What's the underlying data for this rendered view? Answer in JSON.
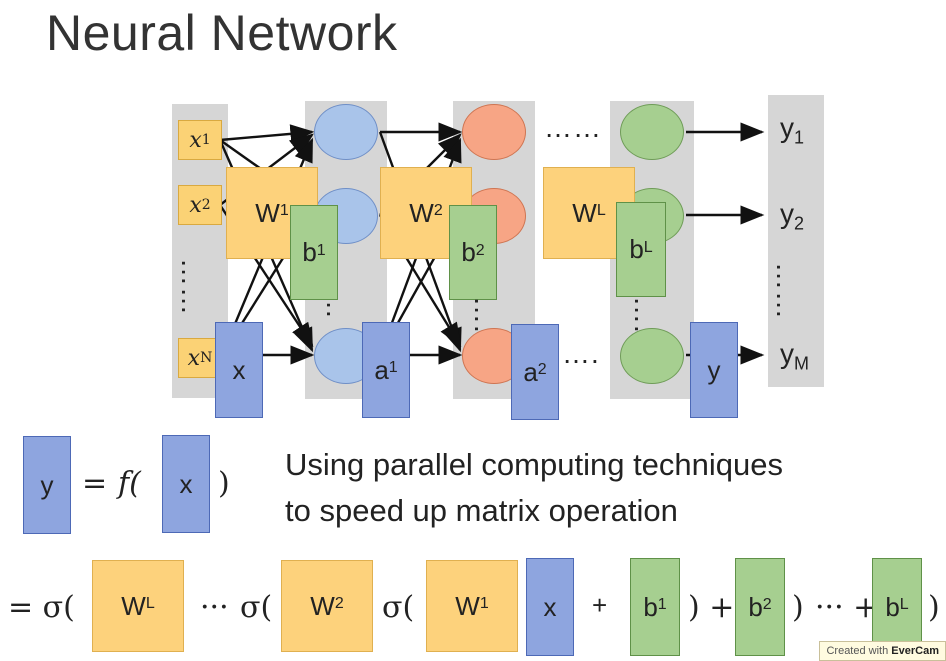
{
  "title": "Neural Network",
  "inputs": [
    {
      "base": "x",
      "sub": "1"
    },
    {
      "base": "x",
      "sub": "2"
    },
    {
      "base": "x",
      "sub": "N"
    }
  ],
  "outputs": [
    {
      "base": "y",
      "sub": "1"
    },
    {
      "base": "y",
      "sub": "2"
    },
    {
      "base": "y",
      "sub": "M"
    }
  ],
  "matrices": {
    "w1": {
      "base": "W",
      "sup": "1"
    },
    "w2": {
      "base": "W",
      "sup": "2"
    },
    "wl": {
      "base": "W",
      "sup": "L"
    },
    "b1": {
      "base": "b",
      "sup": "1"
    },
    "b2": {
      "base": "b",
      "sup": "2"
    },
    "bl": {
      "base": "b",
      "sup": "L"
    },
    "x": "x",
    "a1": {
      "base": "a",
      "sup": "1"
    },
    "a2": {
      "base": "a",
      "sup": "2"
    },
    "y": "y"
  },
  "ellipsis_h": "……",
  "ellipsis_short": "….",
  "ellipsis_math": "···",
  "eq_top": {
    "lhs": "y",
    "equals": "=",
    "f": "f(",
    "arg": "x",
    "close": ")"
  },
  "description": [
    "Using parallel computing techniques",
    "to speed up matrix operation"
  ],
  "eq_bottom": {
    "eq_sigma": "= σ(",
    "sigma": "σ(",
    "plus": "+",
    "close_plus": ") +",
    "close": ")",
    "dots_plus": "··· +"
  },
  "watermark": {
    "prefix": "Created with",
    "brand": "EverCam"
  },
  "colors": {
    "input": "#fbd275",
    "weight": "#fdd27c",
    "bias": "#a6cf90",
    "vector": "#8ea5df",
    "layer1": "#a9c4ea",
    "layer2": "#f7a585",
    "layerL": "#a6cf90",
    "column": "#d6d6d6"
  }
}
